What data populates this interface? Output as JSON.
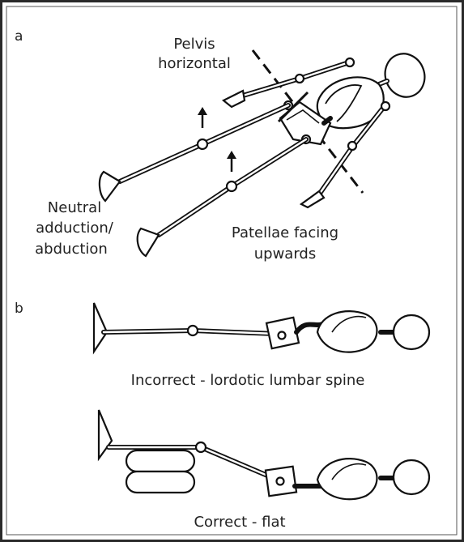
{
  "panels": {
    "a": {
      "letter": "a",
      "labels": {
        "pelvis_line1": "Pelvis",
        "pelvis_line2": "horizontal",
        "neutral_line1": "Neutral",
        "neutral_line2": "adduction/",
        "neutral_line3": "abduction",
        "patellae_line1": "Patellae facing",
        "patellae_line2": "upwards"
      }
    },
    "b": {
      "letter": "b",
      "labels": {
        "incorrect": "Incorrect - lordotic lumbar spine",
        "correct": "Correct - flat"
      }
    }
  },
  "colors": {
    "border": "#2a2a2a",
    "ink": "#111111",
    "text": "#222222"
  }
}
